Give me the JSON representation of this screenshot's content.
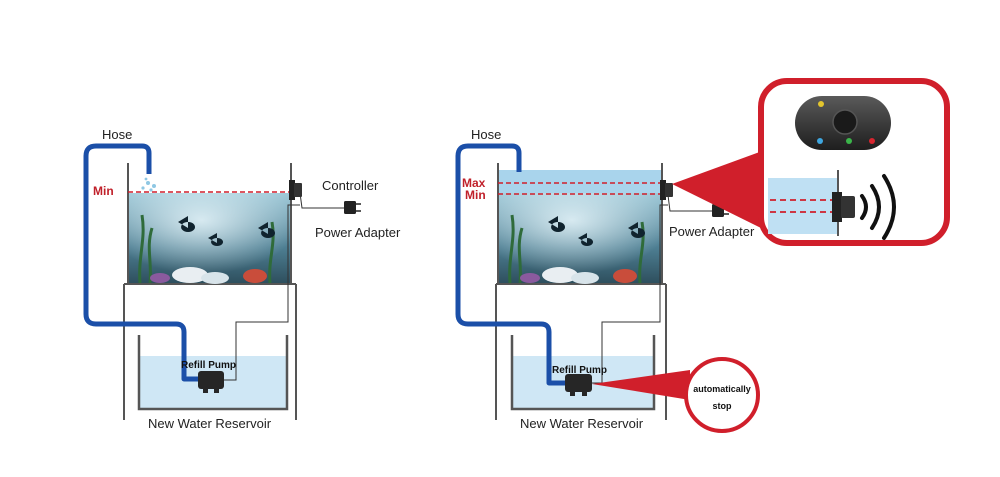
{
  "colors": {
    "hose": "#1b4fa8",
    "red": "#d01f2b",
    "water": "#bfe0f3",
    "tank_frame": "#555555",
    "device": "#2a2a2a"
  },
  "left": {
    "hose_label": "Hose",
    "min_label": "Min",
    "controller_label": "Controller",
    "adapter_label": "Power Adapter",
    "pump_label": "Refill Pump",
    "reservoir_label": "New Water Reservoir"
  },
  "right": {
    "hose_label": "Hose",
    "max_label": "Max",
    "min_label": "Min",
    "adapter_label": "Power Adapter",
    "pump_label": "Refill Pump",
    "reservoir_label": "New Water Reservoir",
    "stop_line1": "automatically",
    "stop_line2": "stop"
  },
  "icons": {
    "controller": "controller-device-icon",
    "sensor": "water-level-sensor-icon",
    "adapter": "power-adapter-plug-icon",
    "pump": "refill-pump-icon",
    "signal": "signal-waves-icon",
    "fish": "fish-icon"
  }
}
